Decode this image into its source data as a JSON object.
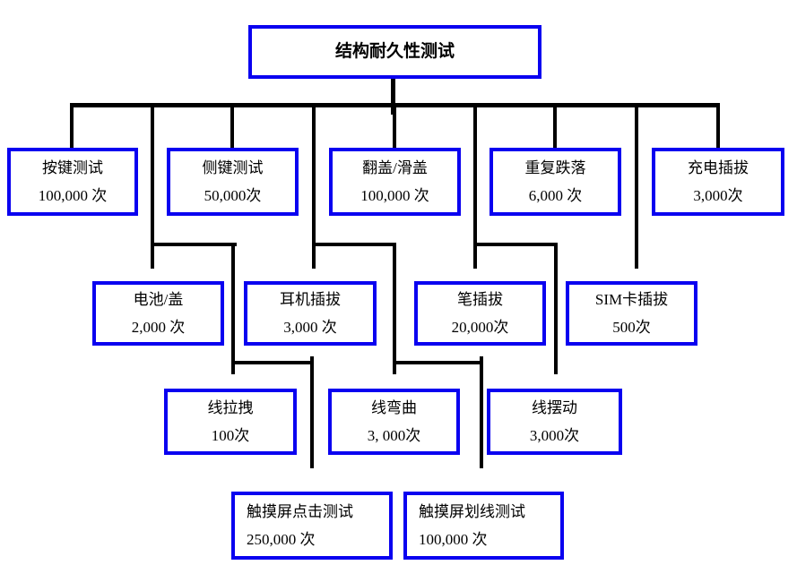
{
  "diagram": {
    "title": "结构耐久性测试",
    "nodes": [
      {
        "name": "按键测试",
        "count": "100,000 次"
      },
      {
        "name": "侧键测试",
        "count": "50,000次"
      },
      {
        "name": "翻盖/滑盖",
        "count": "100,000 次"
      },
      {
        "name": "重复跌落",
        "count": "6,000 次"
      },
      {
        "name": "充电插拔",
        "count": "3,000次"
      },
      {
        "name": "电池/盖",
        "count": "2,000 次"
      },
      {
        "name": "耳机插拔",
        "count": "3,000 次"
      },
      {
        "name": "笔插拔",
        "count": "20,000次"
      },
      {
        "name": "SIM卡插拔",
        "count": "500次"
      },
      {
        "name": "线拉拽",
        "count": "100次"
      },
      {
        "name": "线弯曲",
        "count": "3, 000次"
      },
      {
        "name": "线摆动",
        "count": "3,000次"
      },
      {
        "name": "触摸屏点击测试",
        "count": "250,000 次"
      },
      {
        "name": "触摸屏划线测试",
        "count": "100,000 次"
      }
    ]
  },
  "colors": {
    "box_border": "#0a00f0",
    "connector": "#000000",
    "background": "#ffffff",
    "text": "#000000"
  }
}
